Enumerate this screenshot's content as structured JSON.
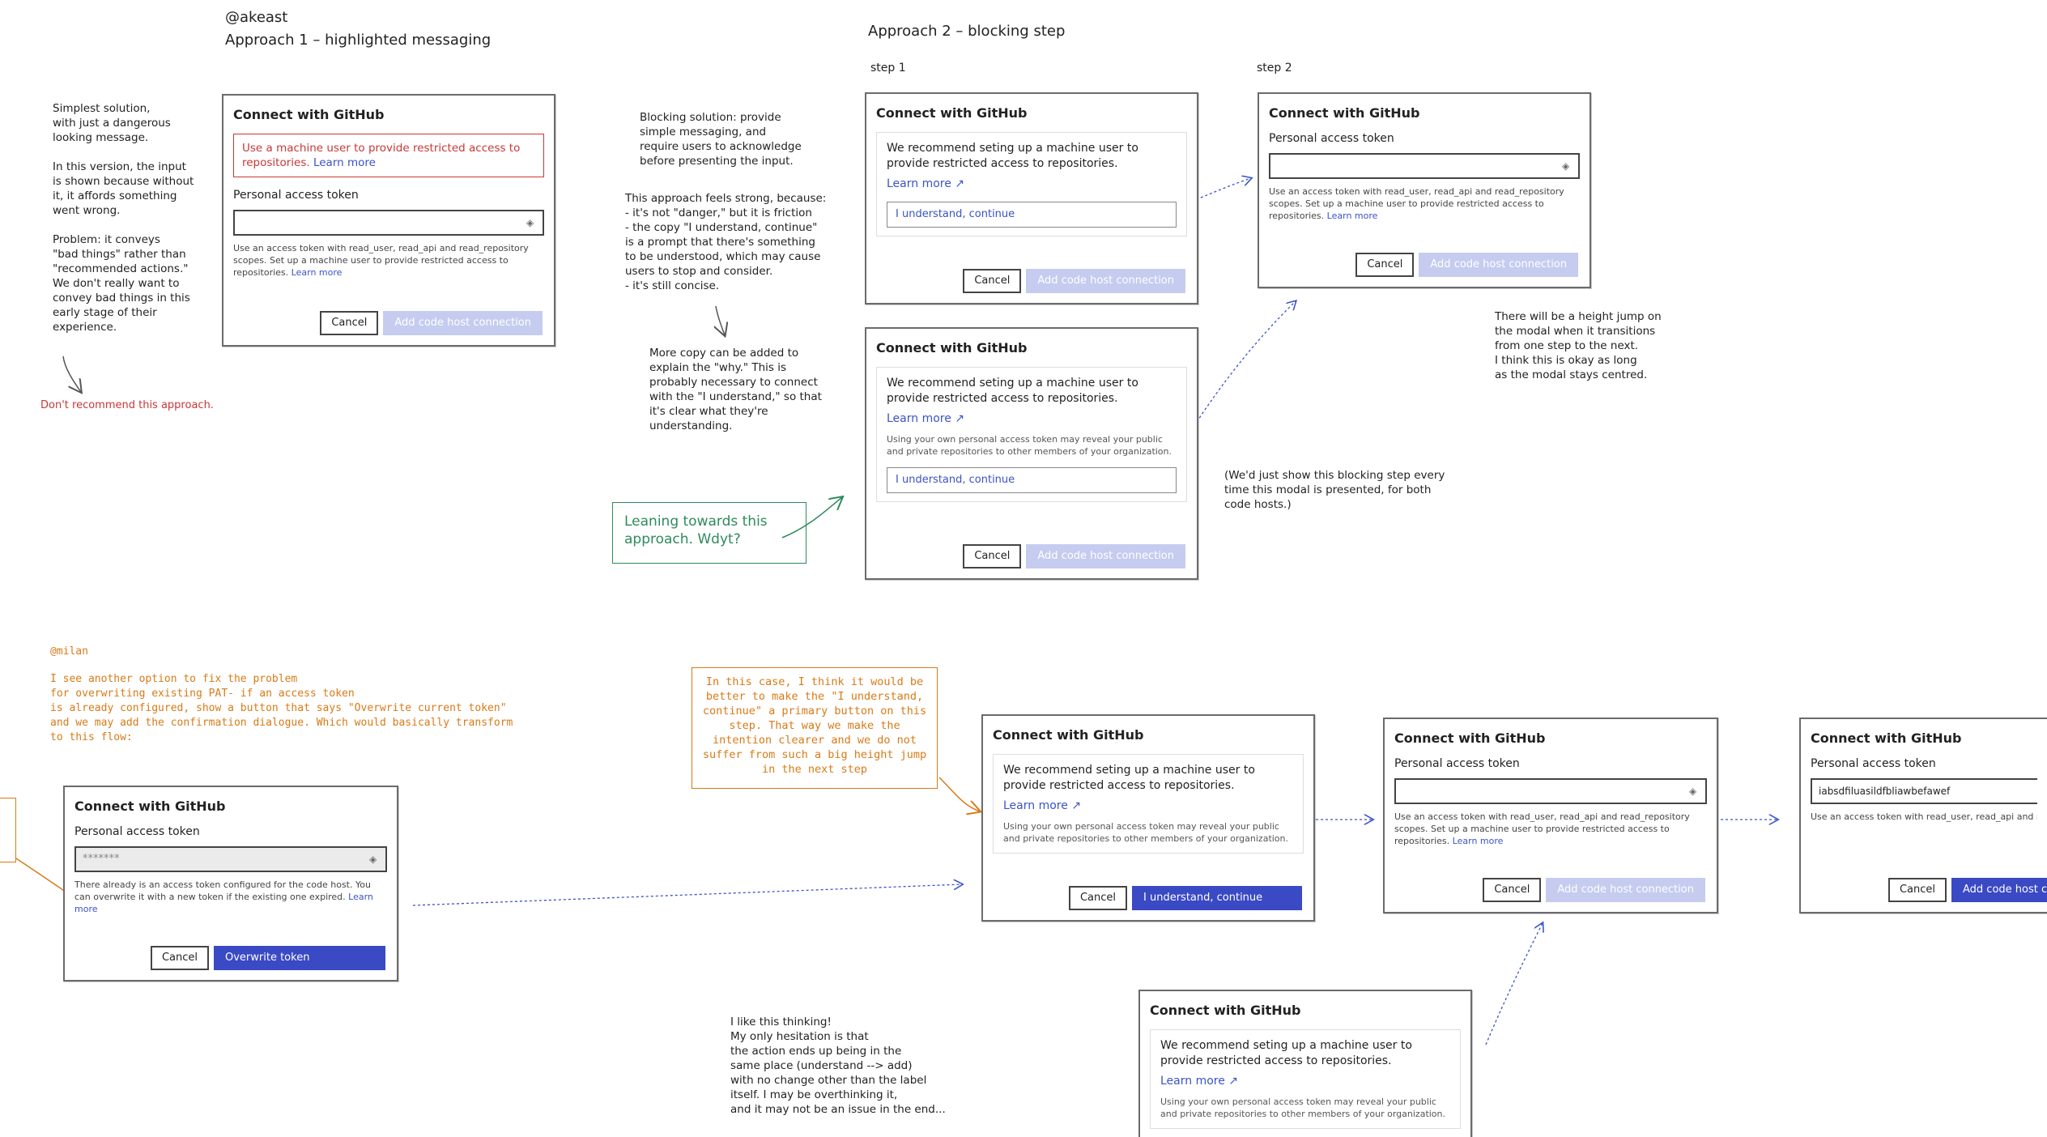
{
  "headings": {
    "author_akeast": "@akeast",
    "approach1_title": "Approach 1 – highlighted messaging",
    "approach2_title": "Approach 2 – blocking step",
    "step1": "step 1",
    "step2": "step 2",
    "author_milan": "@milan"
  },
  "common": {
    "modal_title": "Connect with GitHub",
    "pat_label": "Personal access token",
    "help_text": "Use an access token with read_user, read_api and read_repository scopes. Set up a machine user to provide restricted access to repositories.",
    "learn_more": "Learn more",
    "learn_more_arrow": "Learn more ↗",
    "cancel": "Cancel",
    "add_connection": "Add code host connection",
    "recommend_text": "We recommend seting up a machine user to provide restricted access to repositories.",
    "warning_text": "Using your own personal access token may reveal your public and private repositories to other members of your organization.",
    "understand": "I understand, continue",
    "overwrite_help": "There already is an access token configured for the code host. You can overwrite it with a new token if the existing one expired.",
    "overwrite_token": "Overwrite token",
    "masked_token": "*******",
    "filled_token": "iabsdfiluasildfbliawbefawef"
  },
  "approach1": {
    "callout": "Use a machine user to provide restricted access to repositories.",
    "left_note": "Simplest solution,\nwith just a dangerous\nlooking message.\n\nIn this version, the input\nis shown because without\nit, it affords something\nwent wrong.\n\nProblem: it conveys\n\"bad things\" rather than\n\"recommended actions.\"\nWe don't really want to\nconvey bad things in this\nearly stage of their\nexperience.",
    "not_recommend": "Don't recommend this approach."
  },
  "approach2": {
    "blocking_note": "Blocking solution: provide\nsimple messaging, and\nrequire users to acknowledge\nbefore presenting the input.",
    "feels_strong": "This approach feels strong, because:\n- it's not \"danger,\" but it is friction\n- the copy \"I understand, continue\"\n   is a prompt that there's something\n   to be understood, which may cause\n   users to stop and consider.\n- it's still concise.",
    "more_copy": "More copy can be added to\nexplain the \"why.\" This is\nprobably necessary to connect\nwith the \"I understand,\" so that\nit's clear what they're\nunderstanding.",
    "leaning": "Leaning towards this\napproach. Wdyt?",
    "height_jump": "There will be a height jump on\nthe modal when it transitions\nfrom one step to the next.\nI think this is okay as long\nas the modal stays centred.",
    "every_time": "(We'd just show this blocking step every\ntime this modal is presented, for both\ncode hosts.)"
  },
  "milan": {
    "intro": "I see another option to fix the problem\nfor overwriting existing PAT- if an access token\nis already configured, show a button that says \"Overwrite current token\"\nand we may add the confirmation dialogue. Which would basically transform\nto this flow:",
    "primary_note": "In this case, I think it\nwould be better to make the\n\"I understand, continue\" a primary\nbutton on this step. That way\nwe make the intention clearer\nand we do not suffer from such\na big height jump in the next step",
    "thinking": "I like this thinking!\nMy only hesitation is that\nthe action ends up being in the\nsame place (understand --> add)\nwith no change other than the label\nitself. I may be overthinking it,\nand it may not be an issue in the end..."
  },
  "colors": {
    "primary": "#3a49c4",
    "disabled": "#c5ccf0",
    "link": "#3a53c9",
    "red": "#c83737",
    "orange": "#d97a17",
    "green": "#2e8a5e"
  },
  "icons": [
    "key-icon",
    "external-link-icon"
  ]
}
